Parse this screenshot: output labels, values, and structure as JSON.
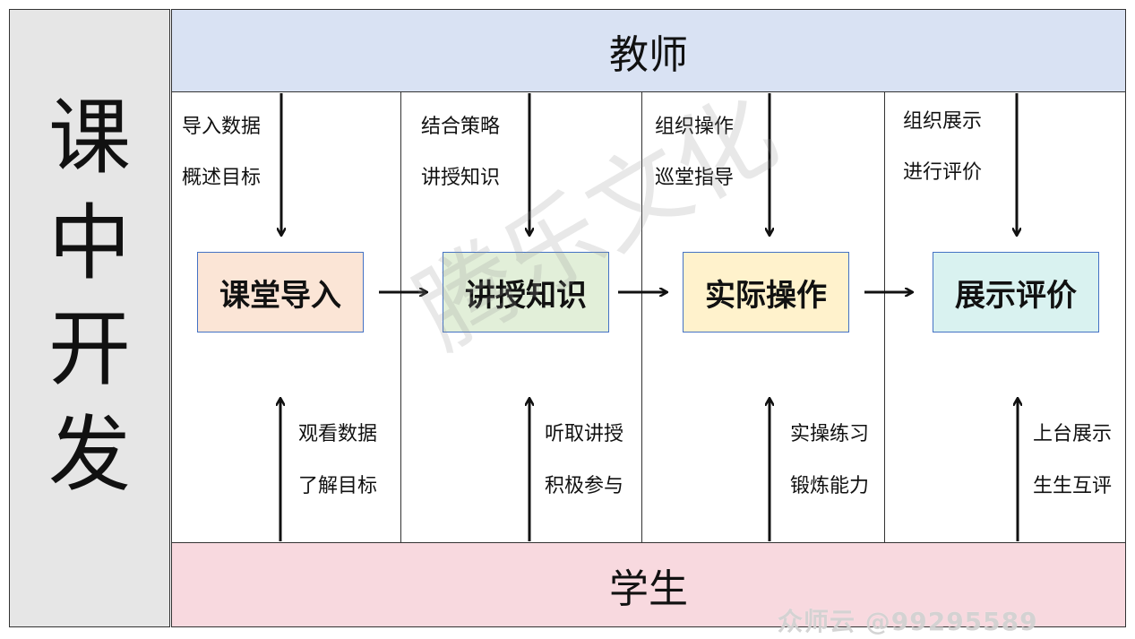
{
  "side_title": [
    "课",
    "中",
    "开",
    "发"
  ],
  "teacher_label": "教师",
  "student_label": "学生",
  "stages": [
    {
      "title": "课堂导入",
      "color": "#fbe5d6",
      "teacher_notes": [
        "导入数据",
        "概述目标"
      ],
      "student_notes": [
        "观看数据",
        "了解目标"
      ]
    },
    {
      "title": "讲授知识",
      "color": "#e2efd9",
      "teacher_notes": [
        "结合策略",
        "讲授知识"
      ],
      "student_notes": [
        "听取讲授",
        "积极参与"
      ]
    },
    {
      "title": "实际操作",
      "color": "#fff2cc",
      "teacher_notes": [
        "组织操作",
        "巡堂指导"
      ],
      "student_notes": [
        "实操练习",
        "锻炼能力"
      ]
    },
    {
      "title": "展示评价",
      "color": "#d9f2f0",
      "teacher_notes": [
        "组织展示",
        "进行评价"
      ],
      "student_notes": [
        "上台展示",
        "生生互评"
      ]
    }
  ],
  "watermark": "腾乐文化",
  "credit": "众师云 @99295589"
}
